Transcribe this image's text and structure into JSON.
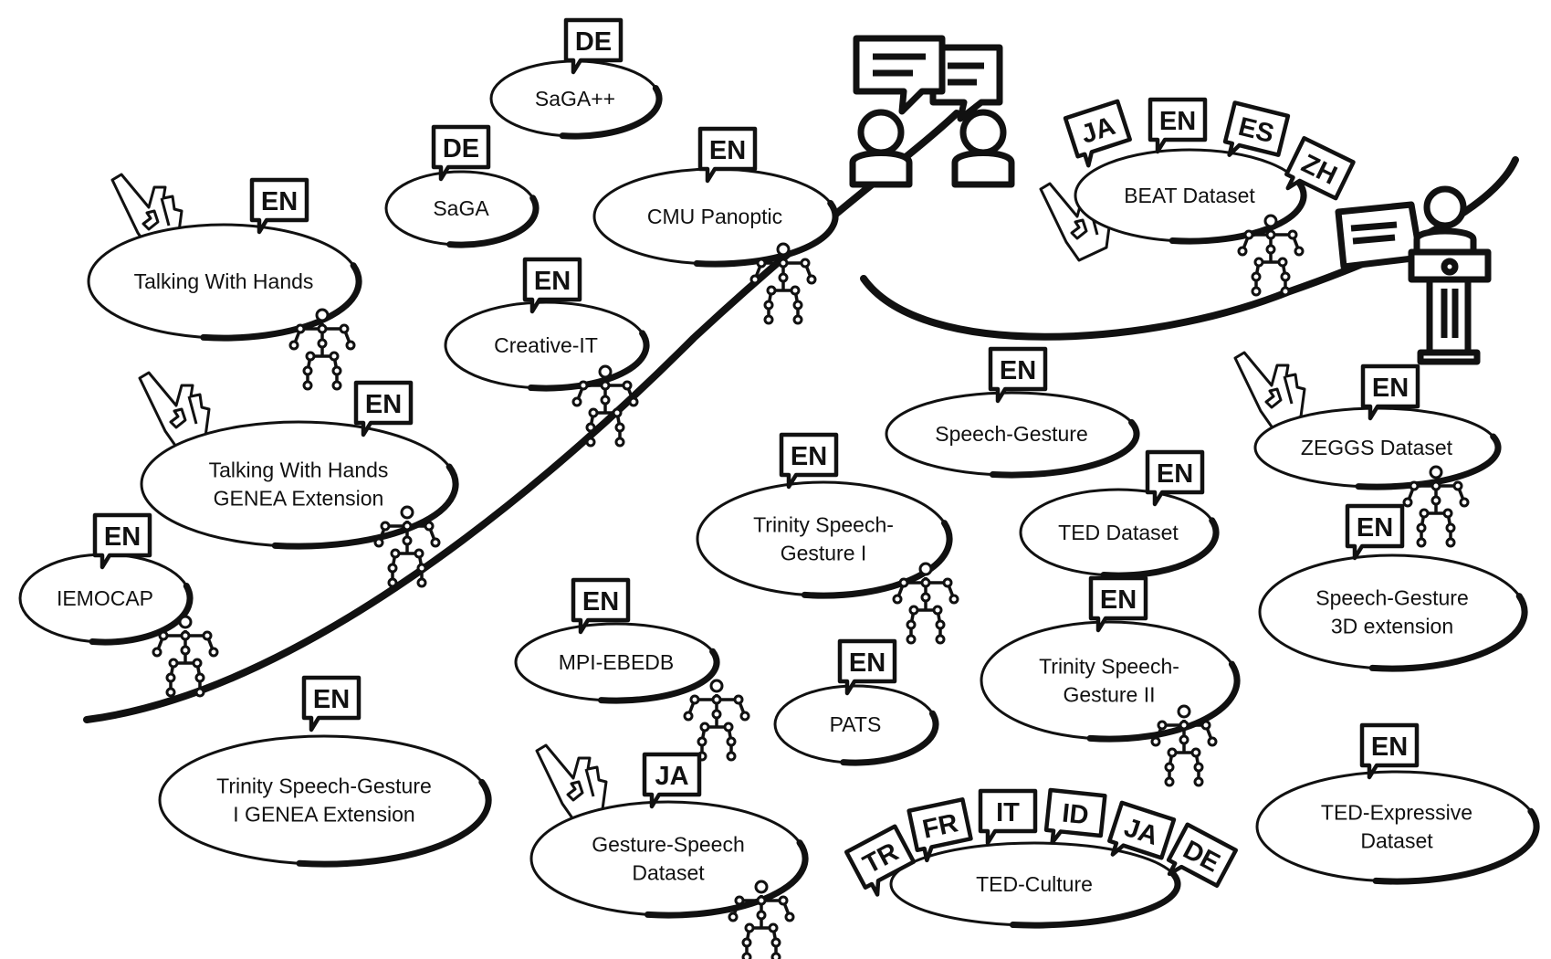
{
  "datasets": [
    {
      "id": "saga-pp",
      "label_lines": [
        "SaGA++"
      ],
      "languages": [
        "DE"
      ],
      "has_skeleton": false,
      "has_hand": false
    },
    {
      "id": "saga",
      "label_lines": [
        "SaGA"
      ],
      "languages": [
        "DE"
      ],
      "has_skeleton": false,
      "has_hand": false
    },
    {
      "id": "cmu-panoptic",
      "label_lines": [
        "CMU Panoptic"
      ],
      "languages": [
        "EN"
      ],
      "has_skeleton": true,
      "has_hand": false
    },
    {
      "id": "talking-with-hands",
      "label_lines": [
        "Talking With Hands"
      ],
      "languages": [
        "EN"
      ],
      "has_skeleton": true,
      "has_hand": true
    },
    {
      "id": "creative-it",
      "label_lines": [
        "Creative-IT"
      ],
      "languages": [
        "EN"
      ],
      "has_skeleton": true,
      "has_hand": false
    },
    {
      "id": "twh-genea",
      "label_lines": [
        "Talking With Hands",
        "GENEA Extension"
      ],
      "languages": [
        "EN"
      ],
      "has_skeleton": true,
      "has_hand": true
    },
    {
      "id": "iemocap",
      "label_lines": [
        "IEMOCAP"
      ],
      "languages": [
        "EN"
      ],
      "has_skeleton": true,
      "has_hand": false
    },
    {
      "id": "beat",
      "label_lines": [
        "BEAT Dataset"
      ],
      "languages": [
        "JA",
        "EN",
        "ES",
        "ZH"
      ],
      "has_skeleton": true,
      "has_hand": true
    },
    {
      "id": "speech-gesture",
      "label_lines": [
        "Speech-Gesture"
      ],
      "languages": [
        "EN"
      ],
      "has_skeleton": false,
      "has_hand": false
    },
    {
      "id": "zeggs",
      "label_lines": [
        "ZEGGS Dataset"
      ],
      "languages": [
        "EN"
      ],
      "has_skeleton": true,
      "has_hand": true
    },
    {
      "id": "trinity-1",
      "label_lines": [
        "Trinity Speech-",
        "Gesture I"
      ],
      "languages": [
        "EN"
      ],
      "has_skeleton": true,
      "has_hand": false
    },
    {
      "id": "ted",
      "label_lines": [
        "TED Dataset"
      ],
      "languages": [
        "EN"
      ],
      "has_skeleton": false,
      "has_hand": false
    },
    {
      "id": "sg-3d",
      "label_lines": [
        "Speech-Gesture",
        "3D extension"
      ],
      "languages": [
        "EN"
      ],
      "has_skeleton": false,
      "has_hand": false
    },
    {
      "id": "mpi-ebedb",
      "label_lines": [
        "MPI-EBEDB"
      ],
      "languages": [
        "EN"
      ],
      "has_skeleton": true,
      "has_hand": false
    },
    {
      "id": "pats",
      "label_lines": [
        "PATS"
      ],
      "languages": [
        "EN"
      ],
      "has_skeleton": false,
      "has_hand": false
    },
    {
      "id": "trinity-2",
      "label_lines": [
        "Trinity Speech-",
        "Gesture II"
      ],
      "languages": [
        "EN"
      ],
      "has_skeleton": true,
      "has_hand": false
    },
    {
      "id": "trinity-genea",
      "label_lines": [
        "Trinity Speech-Gesture",
        "I GENEA Extension"
      ],
      "languages": [
        "EN"
      ],
      "has_skeleton": false,
      "has_hand": false
    },
    {
      "id": "gesture-speech",
      "label_lines": [
        "Gesture-Speech",
        "Dataset"
      ],
      "languages": [
        "JA"
      ],
      "has_skeleton": true,
      "has_hand": true
    },
    {
      "id": "ted-expressive",
      "label_lines": [
        "TED-Expressive",
        "Dataset"
      ],
      "languages": [
        "EN"
      ],
      "has_skeleton": false,
      "has_hand": false
    },
    {
      "id": "ted-culture",
      "label_lines": [
        "TED-Culture"
      ],
      "languages": [
        "TR",
        "FR",
        "IT",
        "ID",
        "JA",
        "DE"
      ],
      "has_skeleton": false,
      "has_hand": false
    }
  ],
  "icons": [
    "dialogue-icon",
    "lecture-podium-icon",
    "hand-gesture-icon",
    "skeleton-icon",
    "speech-bubble-icon"
  ]
}
